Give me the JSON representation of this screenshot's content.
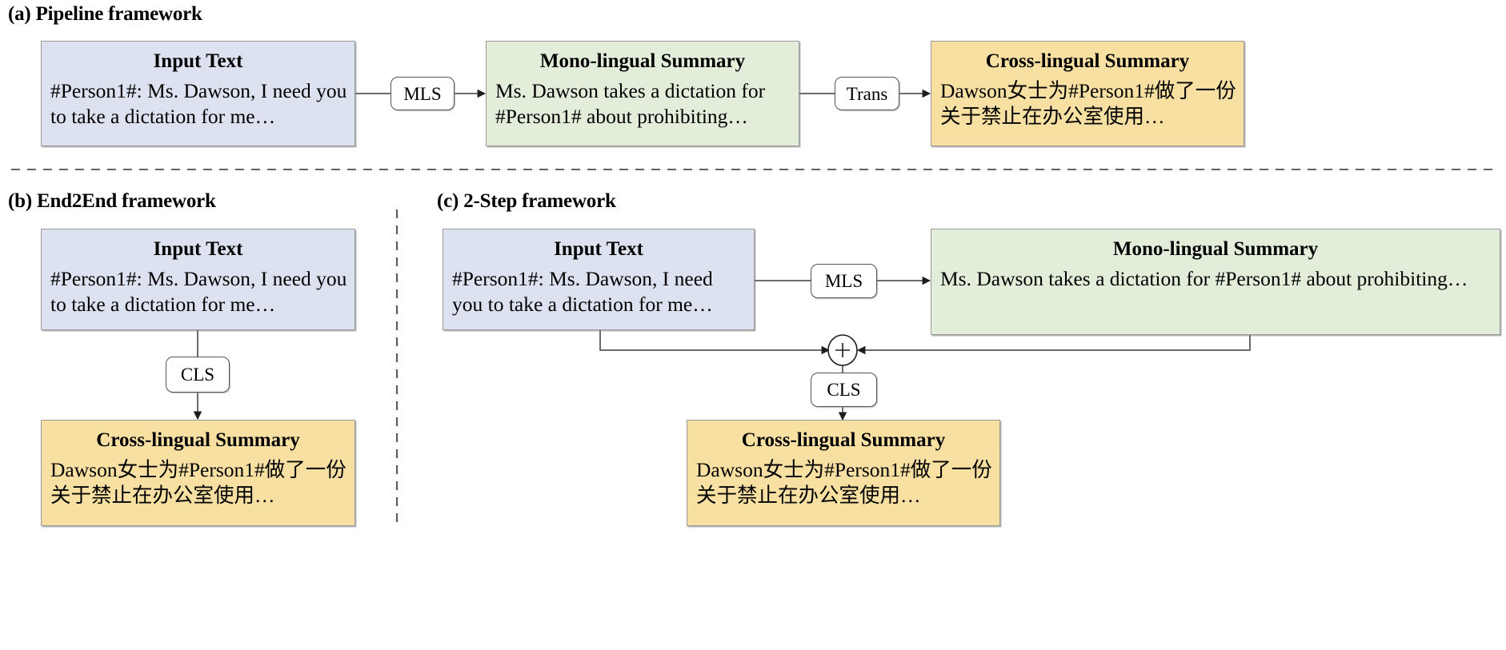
{
  "figure": {
    "panels": [
      {
        "id": "a",
        "title": "(a) Pipeline framework",
        "nodes": [
          {
            "name": "input-text",
            "title": "Input Text",
            "body": "#Person1#: Ms. Dawson, I need you to take a dictation for me…",
            "color": "#dce2f0"
          },
          {
            "name": "mono-lingual-summary",
            "title": "Mono-lingual Summary",
            "body": "Ms. Dawson takes a dictation for #Person1# about prohibiting…",
            "color": "#e2edda"
          },
          {
            "name": "cross-lingual-summary",
            "title": "Cross-lingual Summary",
            "body": "Dawson女士为#Person1#做了一份关于禁止在办公室使用…",
            "color": "#f8dfa2"
          }
        ],
        "operators": [
          {
            "name": "mls",
            "label": "MLS"
          },
          {
            "name": "trans",
            "label": "Trans"
          }
        ]
      },
      {
        "id": "b",
        "title": "(b) End2End framework",
        "nodes": [
          {
            "name": "input-text",
            "title": "Input Text",
            "body": "#Person1#: Ms. Dawson, I need you to take a dictation for me…",
            "color": "#dce2f0"
          },
          {
            "name": "cross-lingual-summary",
            "title": "Cross-lingual Summary",
            "body": "Dawson女士为#Person1#做了一份关于禁止在办公室使用…",
            "color": "#f8dfa2"
          }
        ],
        "operators": [
          {
            "name": "cls",
            "label": "CLS"
          }
        ]
      },
      {
        "id": "c",
        "title": "(c) 2-Step framework",
        "nodes": [
          {
            "name": "input-text",
            "title": "Input Text",
            "body": "#Person1#: Ms. Dawson, I need you to take a dictation for me…",
            "color": "#dce2f0"
          },
          {
            "name": "mono-lingual-summary",
            "title": "Mono-lingual Summary",
            "body": "Ms. Dawson takes a dictation for #Person1# about prohibiting…",
            "color": "#e2edda"
          },
          {
            "name": "cross-lingual-summary",
            "title": "Cross-lingual Summary",
            "body": "Dawson女士为#Person1#做了一份关于禁止在办公室使用…",
            "color": "#f8dfa2"
          }
        ],
        "operators": [
          {
            "name": "mls",
            "label": "MLS"
          },
          {
            "name": "cls",
            "label": "CLS"
          }
        ],
        "merge": {
          "name": "concat-node",
          "symbol": "+"
        }
      }
    ],
    "colors": {
      "blue": "#dce2f0",
      "green": "#e2edda",
      "yellow": "#f8dfa2",
      "border": "#9a9a9a",
      "line": "#3a3a3a"
    }
  }
}
